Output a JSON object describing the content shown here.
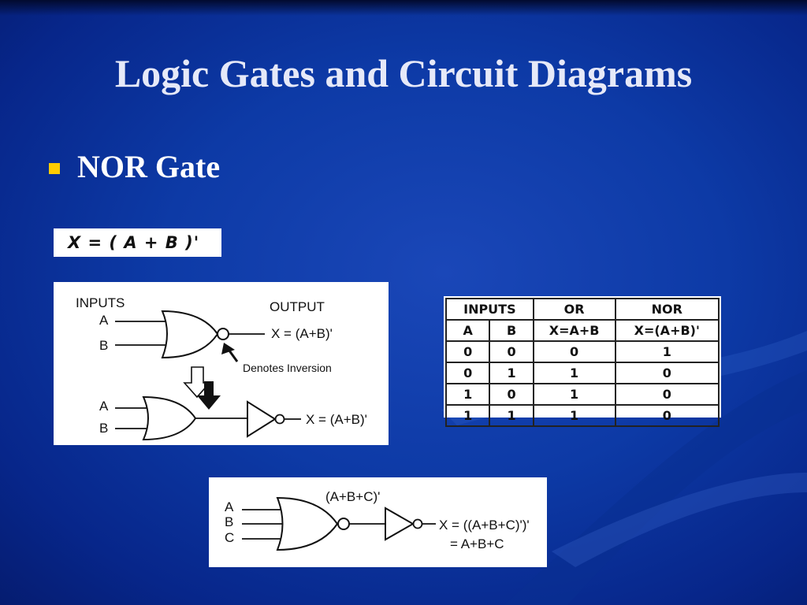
{
  "slide": {
    "title": "Logic Gates and Circuit Diagrams",
    "bullet": "NOR Gate",
    "formula": "X = ( A + B )'"
  },
  "diagram1": {
    "inputs_label": "INPUTS",
    "output_label": "OUTPUT",
    "input_a": "A",
    "input_b": "B",
    "output_expr": "X = (A+B)'",
    "inversion_note": "Denotes Inversion",
    "lower_input_a": "A",
    "lower_input_b": "B",
    "lower_output_expr": "X = (A+B)'"
  },
  "truth_table": {
    "headers": [
      "INPUTS",
      "OR",
      "NOR"
    ],
    "subheaders": [
      "A",
      "B",
      "X=A+B",
      "X=(A+B)'"
    ],
    "rows": [
      [
        "0",
        "0",
        "0",
        "1"
      ],
      [
        "0",
        "1",
        "1",
        "0"
      ],
      [
        "1",
        "0",
        "1",
        "0"
      ],
      [
        "1",
        "1",
        "1",
        "0"
      ]
    ]
  },
  "diagram2": {
    "input_a": "A",
    "input_b": "B",
    "input_c": "C",
    "intermediate": "(A+B+C)'",
    "output_line1": "X = ((A+B+C)')'",
    "output_line2": "= A+B+C"
  }
}
